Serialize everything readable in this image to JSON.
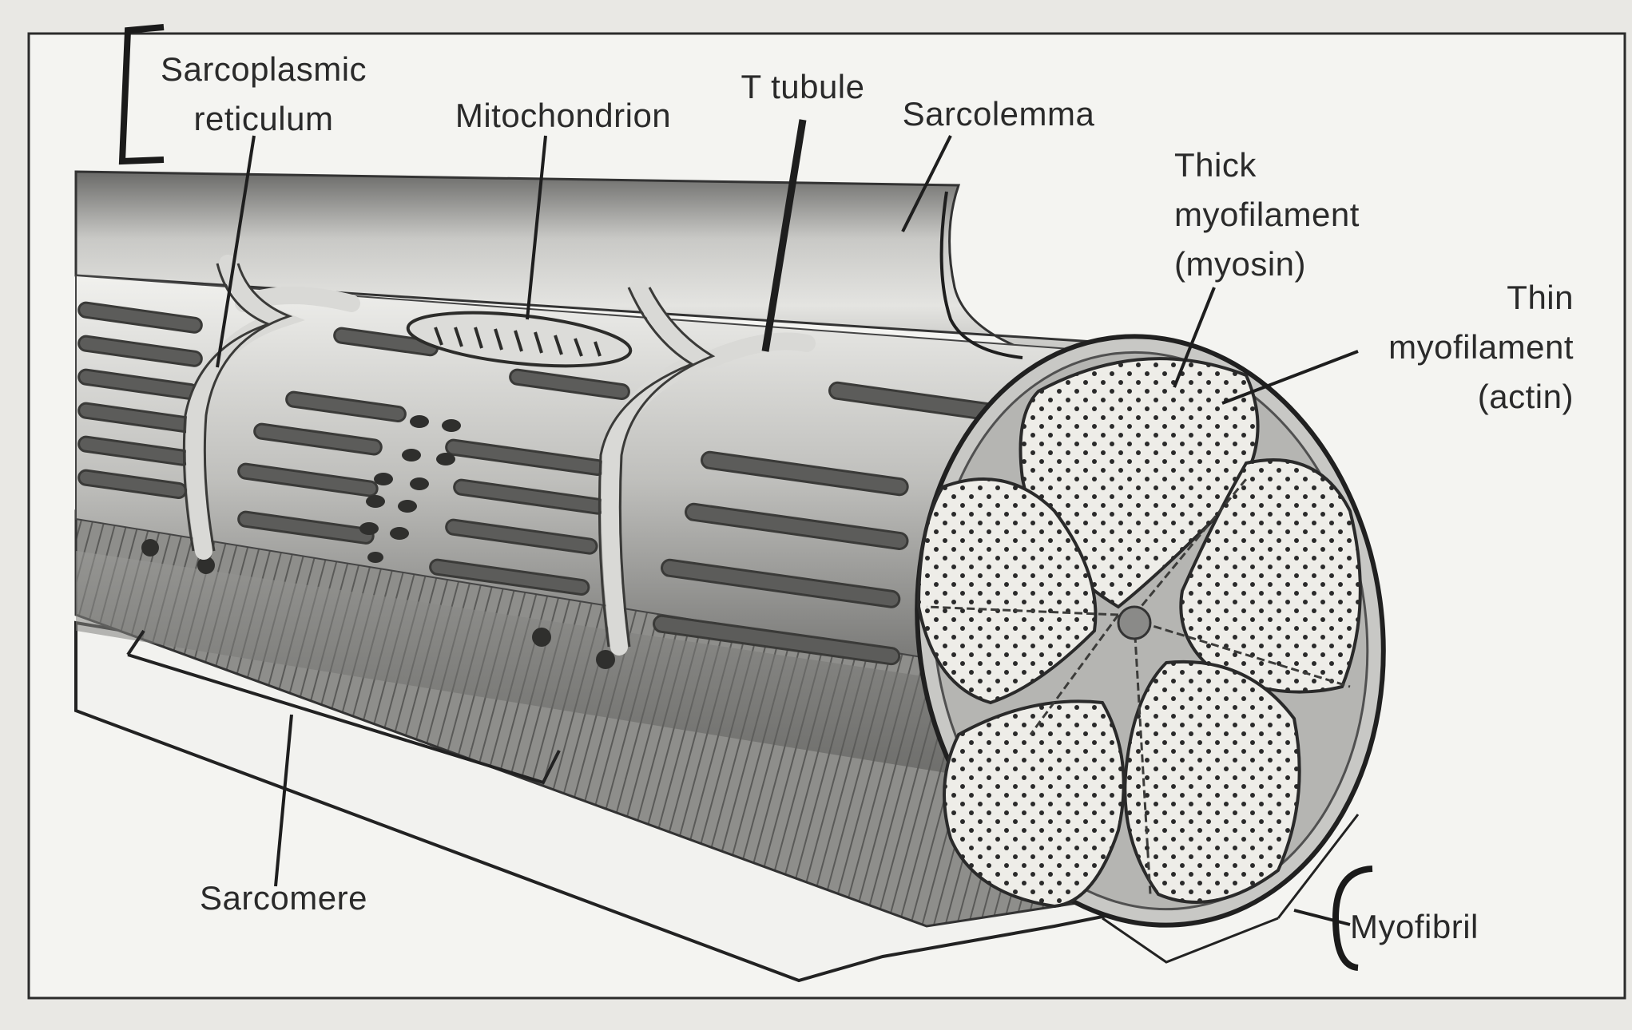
{
  "labels": {
    "sarcoplasmic_reticulum": [
      "Sarcoplasmic",
      "reticulum"
    ],
    "mitochondrion": "Mitochondrion",
    "t_tubule": "T tubule",
    "sarcolemma": "Sarcolemma",
    "thick_myofilament": [
      "Thick",
      "myofilament",
      "(myosin)"
    ],
    "thin_myofilament": [
      "Thin",
      "myofilament",
      "(actin)"
    ],
    "sarcomere": "Sarcomere",
    "myofibril": "Myofibril"
  }
}
